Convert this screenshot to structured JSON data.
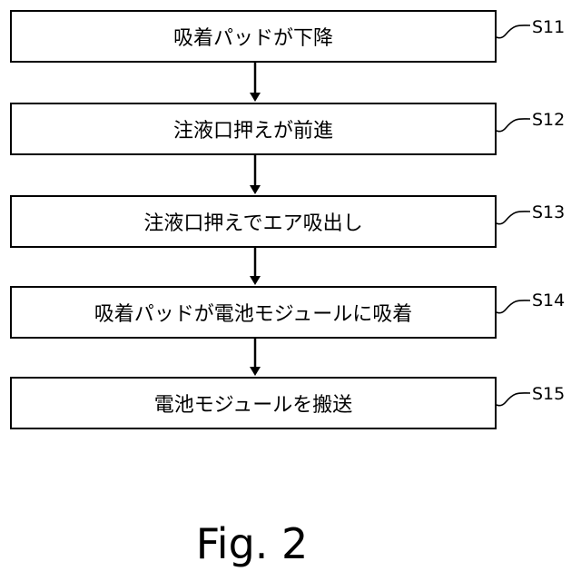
{
  "steps": [
    {
      "id": "S11",
      "text": "吸着パッドが下降"
    },
    {
      "id": "S12",
      "text": "注液口押えが前進"
    },
    {
      "id": "S13",
      "text": "注液口押えでエア吸出し"
    },
    {
      "id": "S14",
      "text": "吸着パッドが電池モジュールに吸着"
    },
    {
      "id": "S15",
      "text": "電池モジュールを搬送"
    }
  ],
  "caption": "Fig. 2"
}
